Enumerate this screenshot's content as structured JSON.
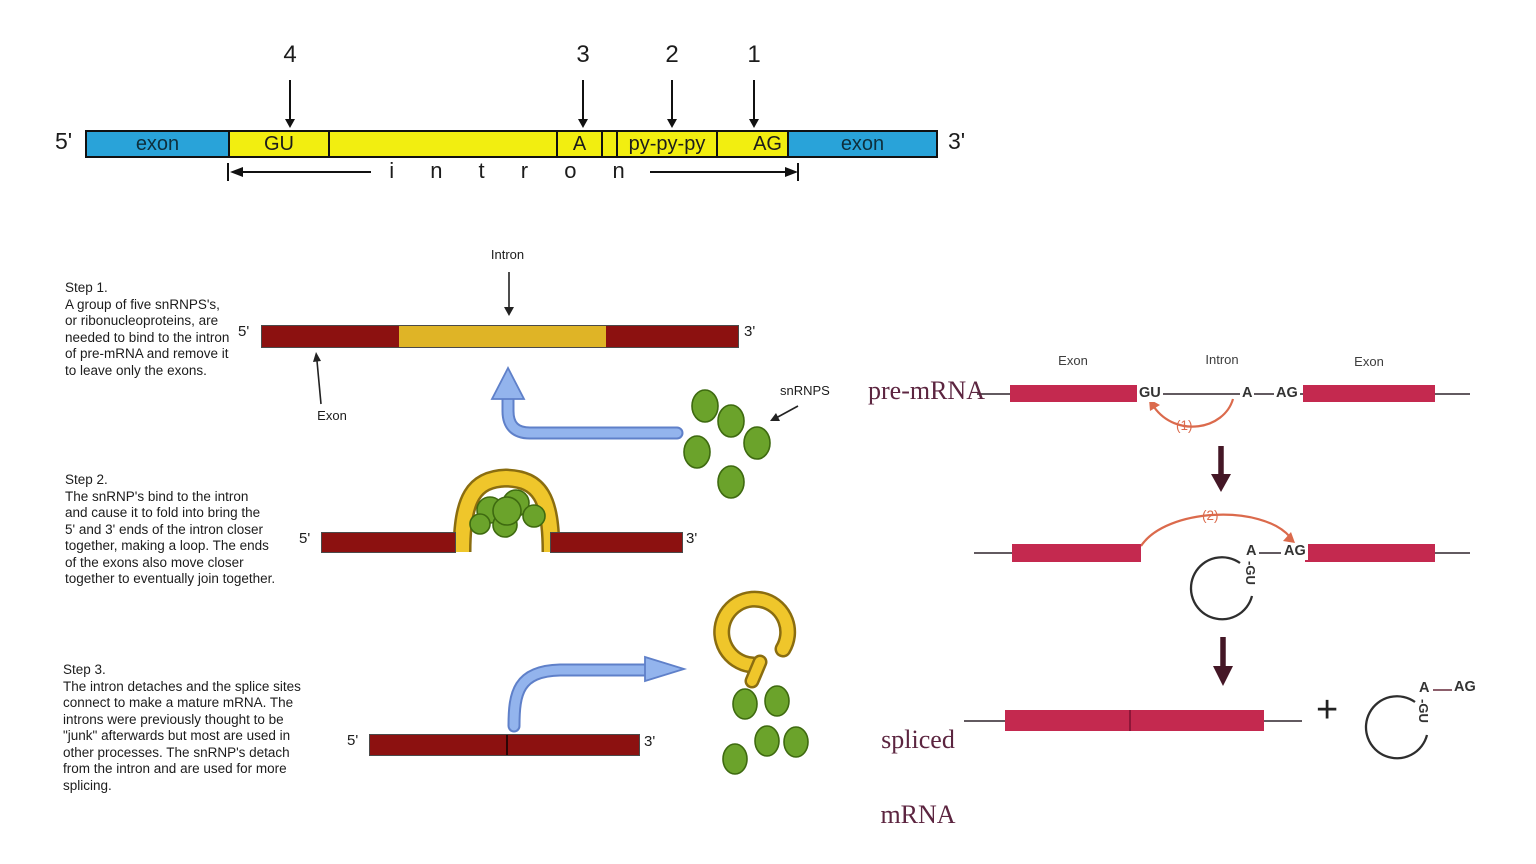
{
  "colors": {
    "exon_blue": "#29A3D9",
    "intron_yellow": "#F2EE10",
    "exon_dark_red": "#8C1110",
    "intron_gold": "#DFB426",
    "snrnp_green": "#6BA32B",
    "arrow_blue": "#93B4ED",
    "exon_crimson": "#C4294F",
    "maroon_text": "#5C2540",
    "orange_arrow": "#DB6A4C"
  },
  "top_diagram": {
    "five_prime": "5'",
    "three_prime": "3'",
    "left_exon": "exon",
    "right_exon": "exon",
    "gu_site": "GU",
    "branch_site": "A",
    "py_tract": "py-py-py",
    "ag_site": "AG",
    "intron_span_label": "i n t r o n",
    "markers": [
      {
        "num": "4"
      },
      {
        "num": "3"
      },
      {
        "num": "2"
      },
      {
        "num": "1"
      }
    ]
  },
  "steps": {
    "step1": {
      "title": "Step 1.",
      "body": "A group of five snRNPS's,\nor ribonucleoproteins, are\nneeded to bind to the intron\nof pre-mRNA and remove it\nto leave only the exons.",
      "five_prime": "5'",
      "three_prime": "3'",
      "intron_label": "Intron",
      "exon_label": "Exon",
      "snrnps_label": "snRNPS"
    },
    "step2": {
      "title": "Step 2.",
      "body": "The snRNP's bind to the intron\nand cause it to fold into bring the\n5' and 3' ends of the intron closer\ntogether, making a loop. The ends\nof the exons also move closer\ntogether to eventually join together.",
      "five_prime": "5'",
      "three_prime": "3'"
    },
    "step3": {
      "title": "Step 3.",
      "body": "The intron detaches and the splice sites\nconnect to make a mature mRNA. The\nintrons were previously thought to be\n\"junk\" afterwards but most are used in\nother processes. The snRNP's detach\nfrom the intron and are used for more\nsplicing.",
      "five_prime": "5'",
      "three_prime": "3'"
    }
  },
  "splicing_panel": {
    "pre_mrna_label": "pre-mRNA",
    "exon_label_left": "Exon",
    "intron_label": "Intron",
    "exon_label_right": "Exon",
    "gu": "GU",
    "branch_a": "A",
    "ag": "AG",
    "reaction1": "(1)",
    "reaction2": "(2)",
    "lariat_mid": {
      "a": "A",
      "gu_tail": "-GU",
      "ag": "AG"
    },
    "spliced_line1": "spliced",
    "spliced_line2": "mRNA",
    "plus": "+",
    "lariat_final": {
      "a": "A",
      "gu_tail": "-GU",
      "ag": "AG"
    }
  }
}
